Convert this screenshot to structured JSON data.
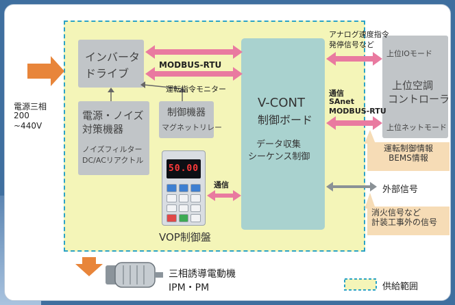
{
  "power": {
    "label": "電源三相",
    "voltage_min": "200",
    "voltage_max": "~440V"
  },
  "inverter": {
    "line1": "インバータ",
    "line2": "ドライブ"
  },
  "modbus_rtu": "MODBUS-RTU",
  "run_cmd_monitor": "運転指令モニター",
  "analog": {
    "line1": "アナログ速度指令",
    "line2": "発停信号など"
  },
  "upper": {
    "io_mode": "上位IOモード",
    "hvac_line1": "上位空調",
    "hvac_line2": "コントローラ",
    "net_mode": "上位ネットモード"
  },
  "comm": {
    "label": "通信",
    "sanet": "SAnet",
    "modbus": "MODBUS-RTU"
  },
  "vcont": {
    "line1": "V-CONT",
    "line2": "制御ボード",
    "data_collect": "データ収集",
    "sequence": "シーケンス制御"
  },
  "noise": {
    "line1": "電源・ノイズ",
    "line2": "対策機器",
    "line3": "ノイズフィルター",
    "line4": "DC/ACリアクトル"
  },
  "control_device": {
    "line1": "制御機器",
    "line2": "マグネットリレー"
  },
  "vop": {
    "display": "50.00",
    "title": "VOP制御盤",
    "comm": "通信"
  },
  "notes": {
    "run_info_1": "運転制御情報",
    "run_info_2": "BEMS情報",
    "external": "外部信号",
    "fire_1": "消火信号など",
    "fire_2": "計装工事外の信号"
  },
  "motor": {
    "line1": "三相誘導電動機",
    "line2": "IPM・PM"
  },
  "legend": {
    "label": "供給範囲"
  },
  "colors": {
    "arrow_orange": "#e8853a",
    "arrow_pink": "#e97aa0",
    "supply_fill": "#f4f5b8",
    "supply_border": "#2aa2c5",
    "vcont": "#a9d2cf",
    "box_gray": "#c1c5c8"
  }
}
